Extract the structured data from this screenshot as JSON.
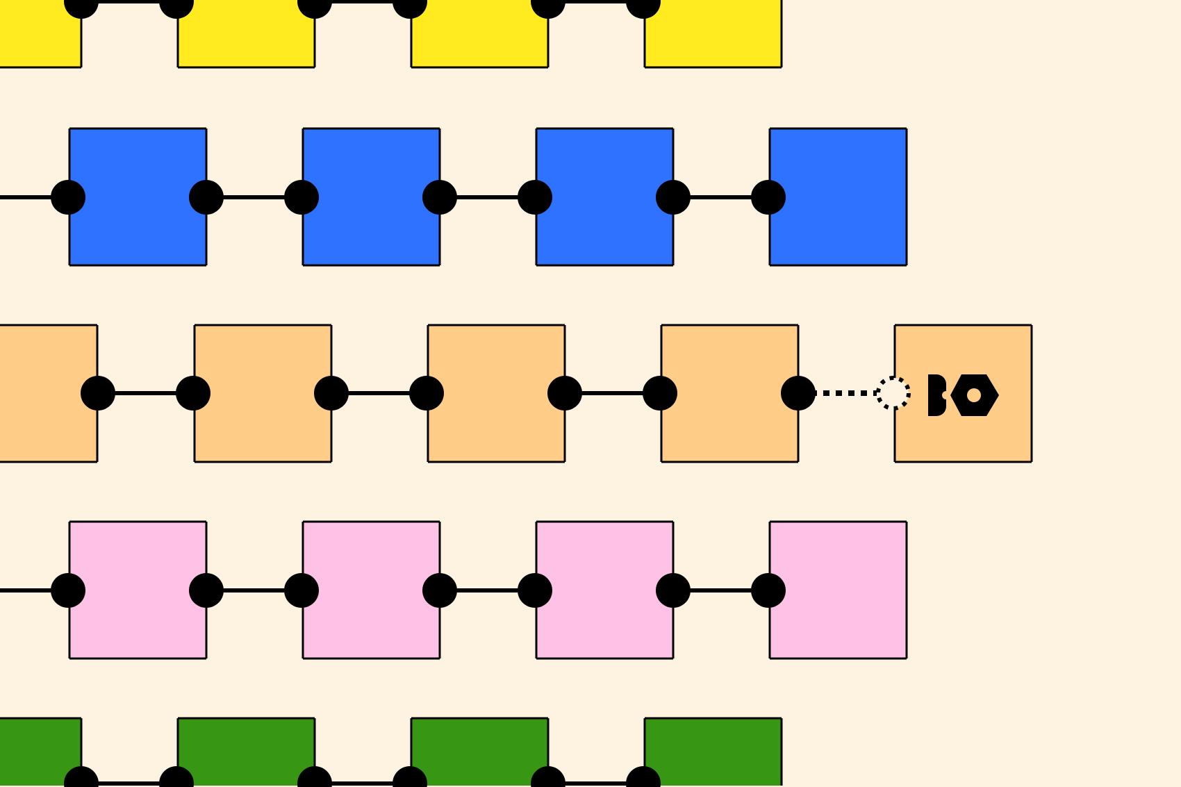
{
  "background": "#fef3e0",
  "rows": [
    {
      "name": "yellow",
      "color": "#ffeb1f",
      "blocks": 4
    },
    {
      "name": "blue",
      "color": "#2f72ff",
      "blocks": 4
    },
    {
      "name": "orange",
      "color": "#ffcd87",
      "blocks": 5,
      "has_disconnected_block": true,
      "disconnected_icon": "scissors-cut-icon"
    },
    {
      "name": "pink",
      "color": "#ffc2e6",
      "blocks": 4
    },
    {
      "name": "green",
      "color": "#389712",
      "blocks": 4
    }
  ],
  "connector_color": "#000000"
}
